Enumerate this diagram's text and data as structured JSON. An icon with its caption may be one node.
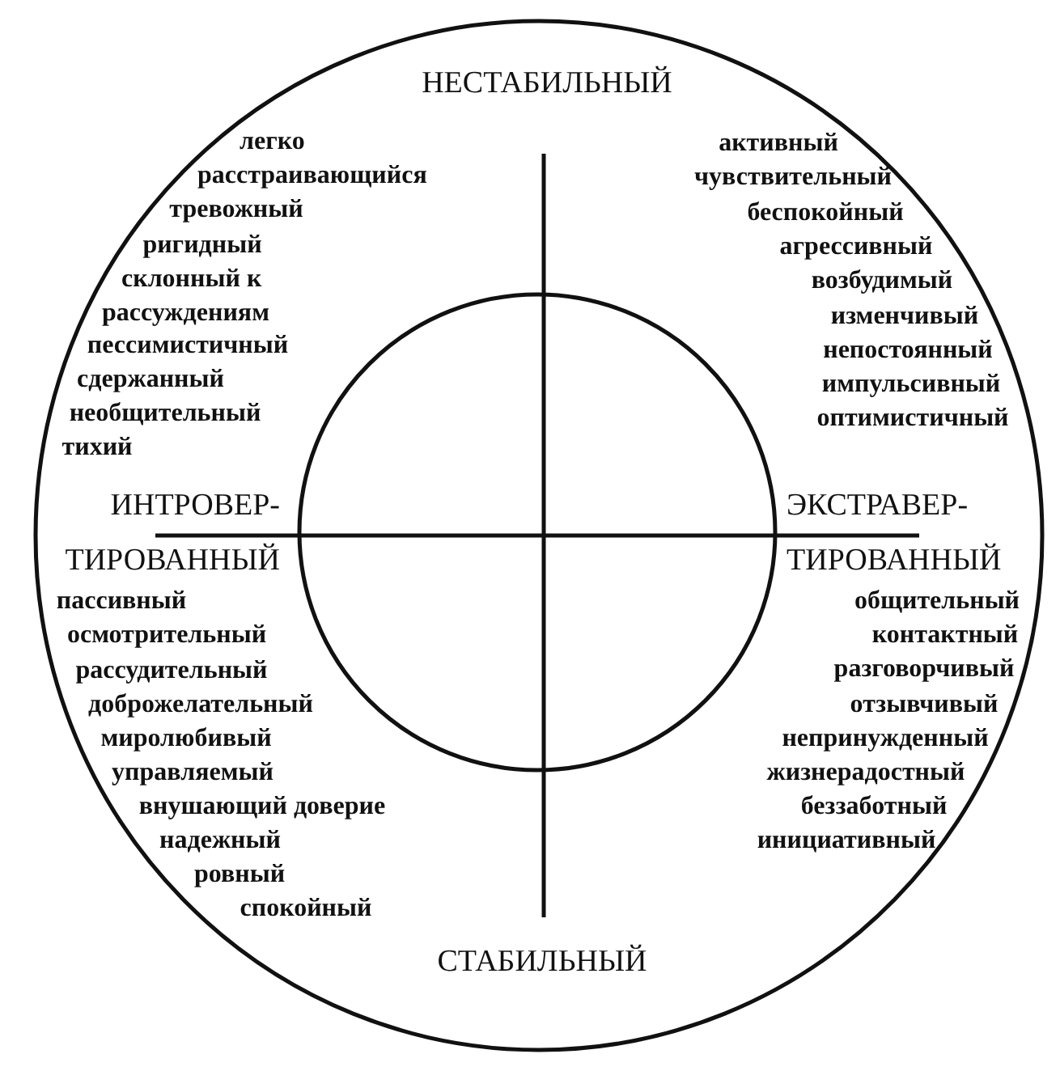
{
  "diagram": {
    "labels": [
      "НЕСТАБИЛЬНЫЙ",
      "легко расстраивающийся",
      "тревожный",
      "ригидный",
      "склонный к рассуждениям",
      "пессимистичный",
      "сдержанный",
      "необщительный",
      "тихий",
      "активный",
      "чувствительный",
      "беспокойный",
      "агрессивный",
      "возбудимый",
      "изменчивый",
      "непостоянный",
      "импульсивный",
      "оптимистичный",
      "ИНТРОВЕР- ТИРОВАННЫЙ",
      "ЭКСТРАВЕР- ТИРОВАННЫЙ",
      "пассивный",
      "осмотрительный",
      "рассудительный",
      "доброжелательный",
      "миролюбивый",
      "управляемый",
      "внушающий доверие",
      "надежный",
      "ровный",
      "спокойный",
      "общительный",
      "контактный",
      "разговорчивый",
      "отзывчивый",
      "непринужденный",
      "жизнерадостный",
      "беззаботный",
      "инициативный",
      "СТАБИЛЬНЫЙ"
    ]
  }
}
